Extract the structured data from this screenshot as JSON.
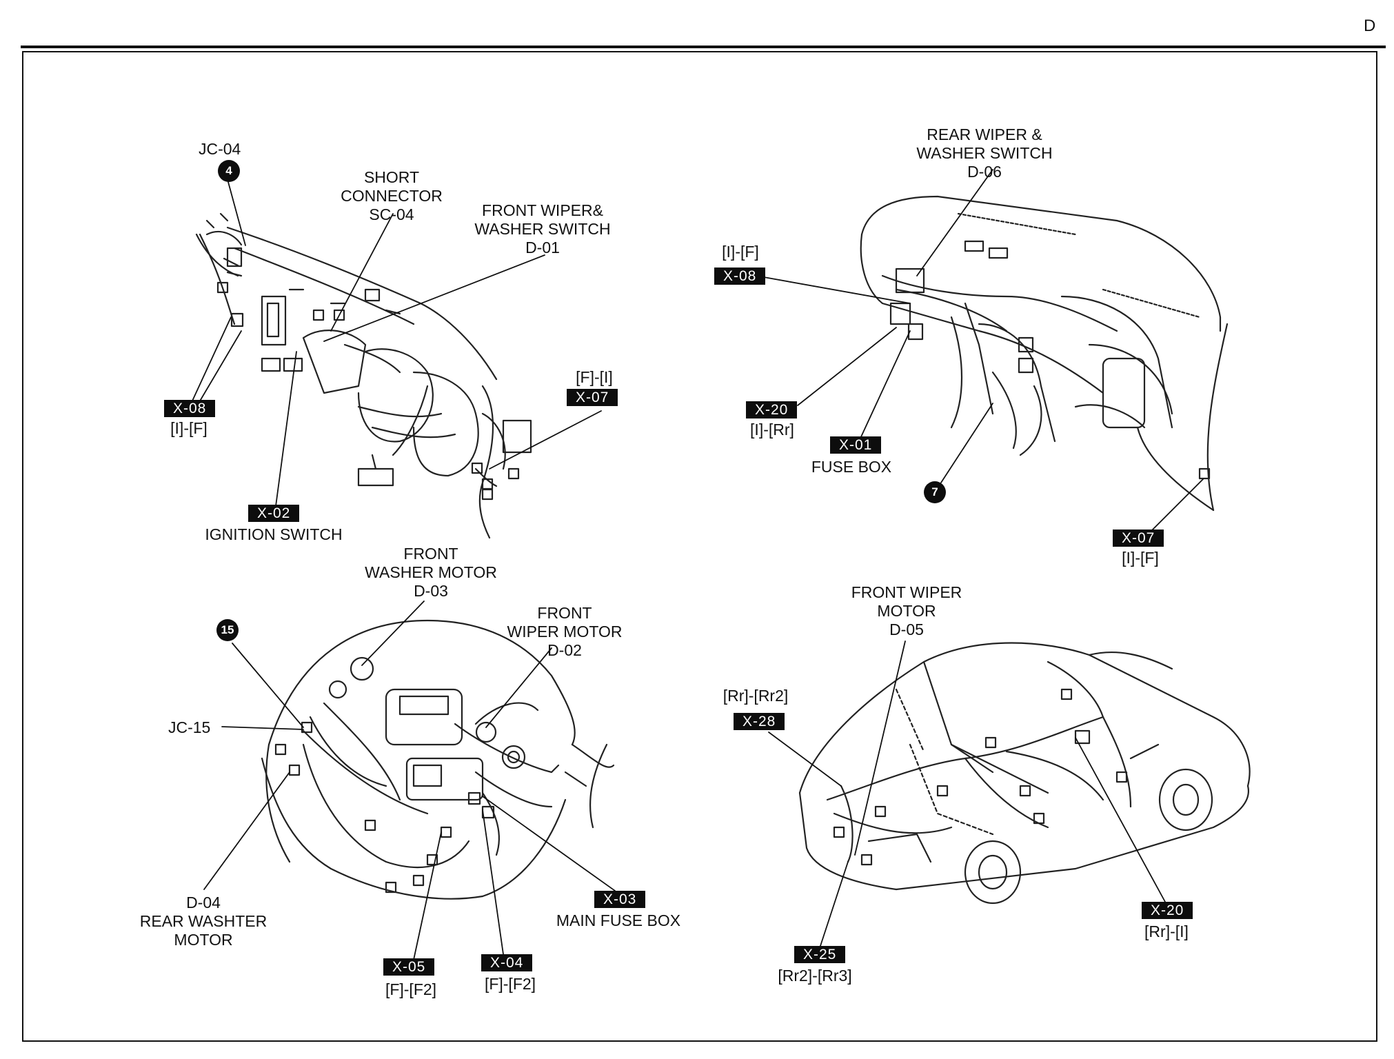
{
  "page": {
    "section_letter": "D"
  },
  "panels": {
    "dashboard_front": {
      "junction": {
        "number": "4",
        "code": "JC-04"
      },
      "short_connector": [
        "SHORT",
        "CONNECTOR",
        "SC-04"
      ],
      "front_wiper_switch": [
        "FRONT WIPER&",
        "WASHER SWITCH",
        "D-01"
      ],
      "conn_x08": {
        "code": "X-08",
        "ref": "[I]-[F]"
      },
      "conn_x07": {
        "code": "X-07",
        "ref": "[F]-[I]"
      },
      "conn_x02": {
        "code": "X-02",
        "label": "IGNITION SWITCH"
      }
    },
    "dashboard_rear": {
      "rear_wiper_switch": [
        "REAR WIPER &",
        "WASHER SWITCH",
        "D-06"
      ],
      "conn_x08": {
        "code": "X-08",
        "ref": "[I]-[F]"
      },
      "conn_x20": {
        "code": "X-20",
        "ref": "[I]-[Rr]"
      },
      "conn_x01": {
        "code": "X-01",
        "label": "FUSE BOX"
      },
      "junction": {
        "number": "7"
      },
      "conn_x07": {
        "code": "X-07",
        "ref": "[I]-[F]"
      }
    },
    "engine_bay": {
      "front_washer_motor": [
        "FRONT",
        "WASHER MOTOR",
        "D-03"
      ],
      "front_wiper_motor": [
        "FRONT",
        "WIPER MOTOR",
        "D-02"
      ],
      "junction": {
        "number": "15",
        "code": "JC-15"
      },
      "rear_washer_motor": [
        "D-04",
        "REAR WASHTER",
        "MOTOR"
      ],
      "conn_x03": {
        "code": "X-03",
        "label": "MAIN FUSE BOX"
      },
      "conn_x05": {
        "code": "X-05",
        "ref": "[F]-[F2]"
      },
      "conn_x04": {
        "code": "X-04",
        "ref": "[F]-[F2]"
      }
    },
    "vehicle_body": {
      "front_wiper_motor": [
        "FRONT WIPER",
        "MOTOR",
        "D-05"
      ],
      "conn_x28": {
        "code": "X-28",
        "ref": "[Rr]-[Rr2]"
      },
      "conn_x25": {
        "code": "X-25",
        "ref": "[Rr2]-[Rr3]"
      },
      "conn_x20": {
        "code": "X-20",
        "ref": "[Rr]-[I]"
      }
    }
  }
}
